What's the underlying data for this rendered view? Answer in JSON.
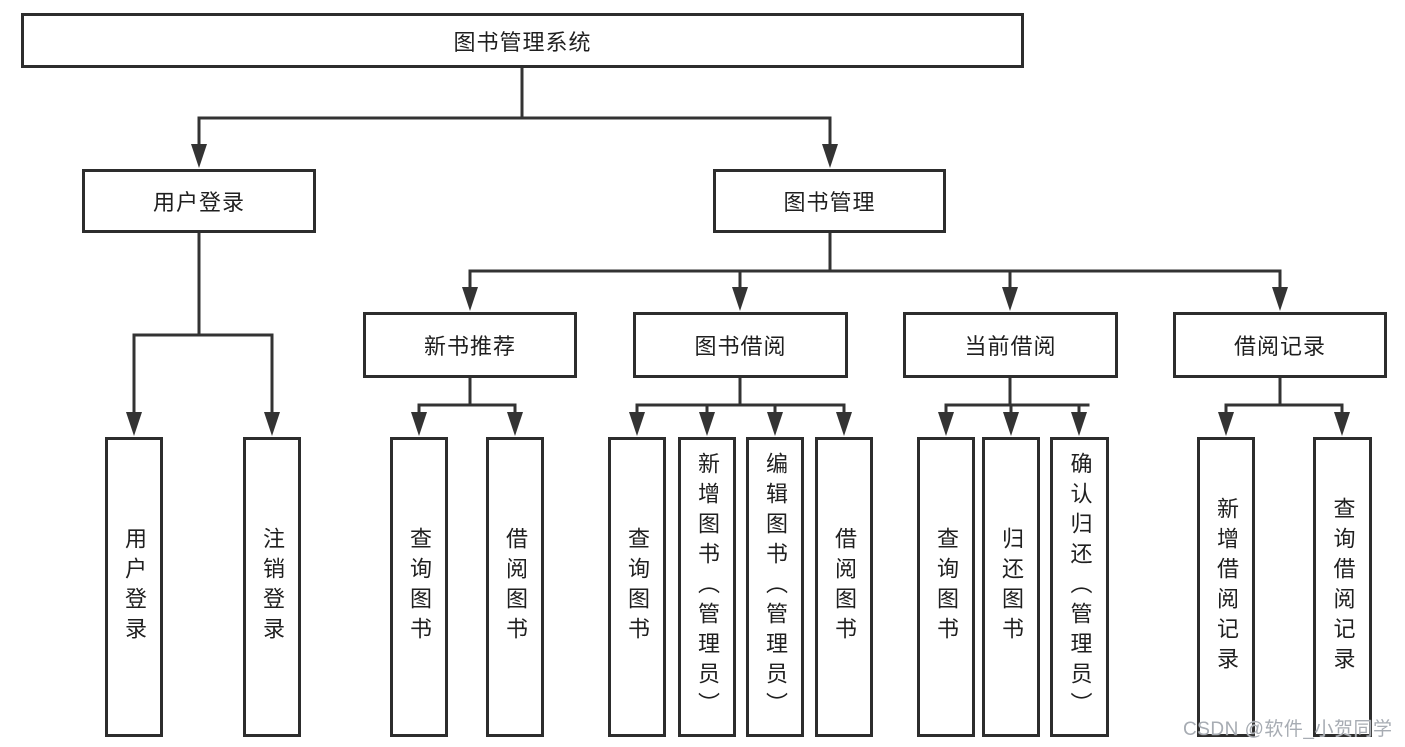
{
  "tree": {
    "root": "图书管理系统",
    "branches": [
      {
        "label": "用户登录",
        "children": [
          "用户登录",
          "注销登录"
        ]
      },
      {
        "label": "图书管理",
        "children": [
          {
            "label": "新书推荐",
            "children": [
              "查询图书",
              "借阅图书"
            ]
          },
          {
            "label": "图书借阅",
            "children": [
              "查询图书",
              "新增图书（管理员）",
              "编辑图书（管理员）",
              "借阅图书"
            ]
          },
          {
            "label": "当前借阅",
            "children": [
              "查询图书",
              "归还图书",
              "确认归还（管理员）"
            ]
          },
          {
            "label": "借阅记录",
            "children": [
              "新增借阅记录",
              "查询借阅记录"
            ]
          }
        ]
      }
    ]
  },
  "watermark": {
    "text": "CSDN @软件_小贺同学"
  },
  "colors": {
    "line": "#333333",
    "box_border": "#2d2d2d",
    "text": "#1f1f1f",
    "background": "#ffffff",
    "watermark": "#a7acb3"
  }
}
